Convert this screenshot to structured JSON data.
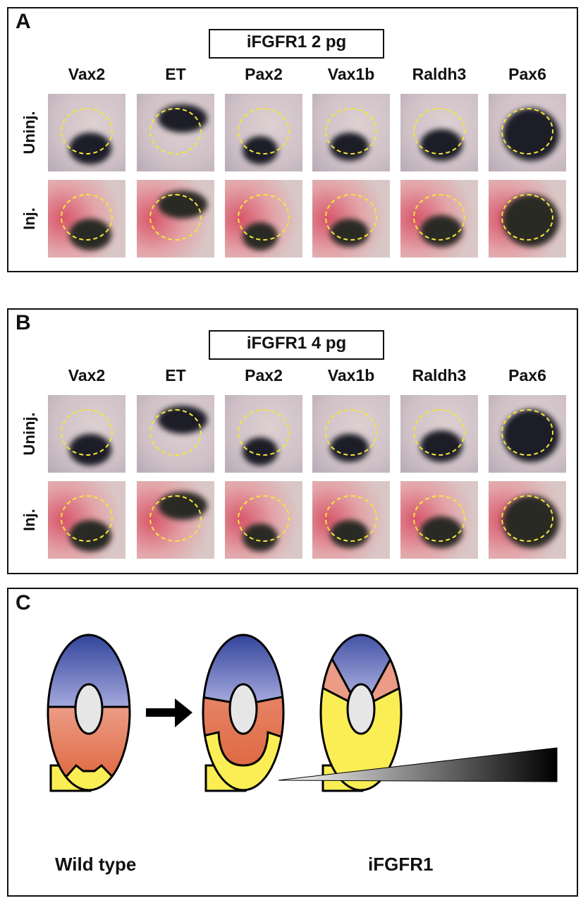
{
  "panels": [
    {
      "label": "A",
      "title": "iFGFR1 2 pg"
    },
    {
      "label": "B",
      "title": "iFGFR1 4 pg"
    },
    {
      "label": "C"
    }
  ],
  "columns": [
    "Vax2",
    "ET",
    "Pax2",
    "Vax1b",
    "Raldh3",
    "Pax6"
  ],
  "rows": [
    "Uninj.",
    "Inj."
  ],
  "schematic": {
    "left_label": "Wild type",
    "right_label": "iFGFR1",
    "colors": {
      "dorsal_blue": "#2c3f98",
      "middle_orange": "#e48a6c",
      "ventral_yellow": "#fbee55",
      "lens_gray": "#e6e6e6"
    }
  }
}
